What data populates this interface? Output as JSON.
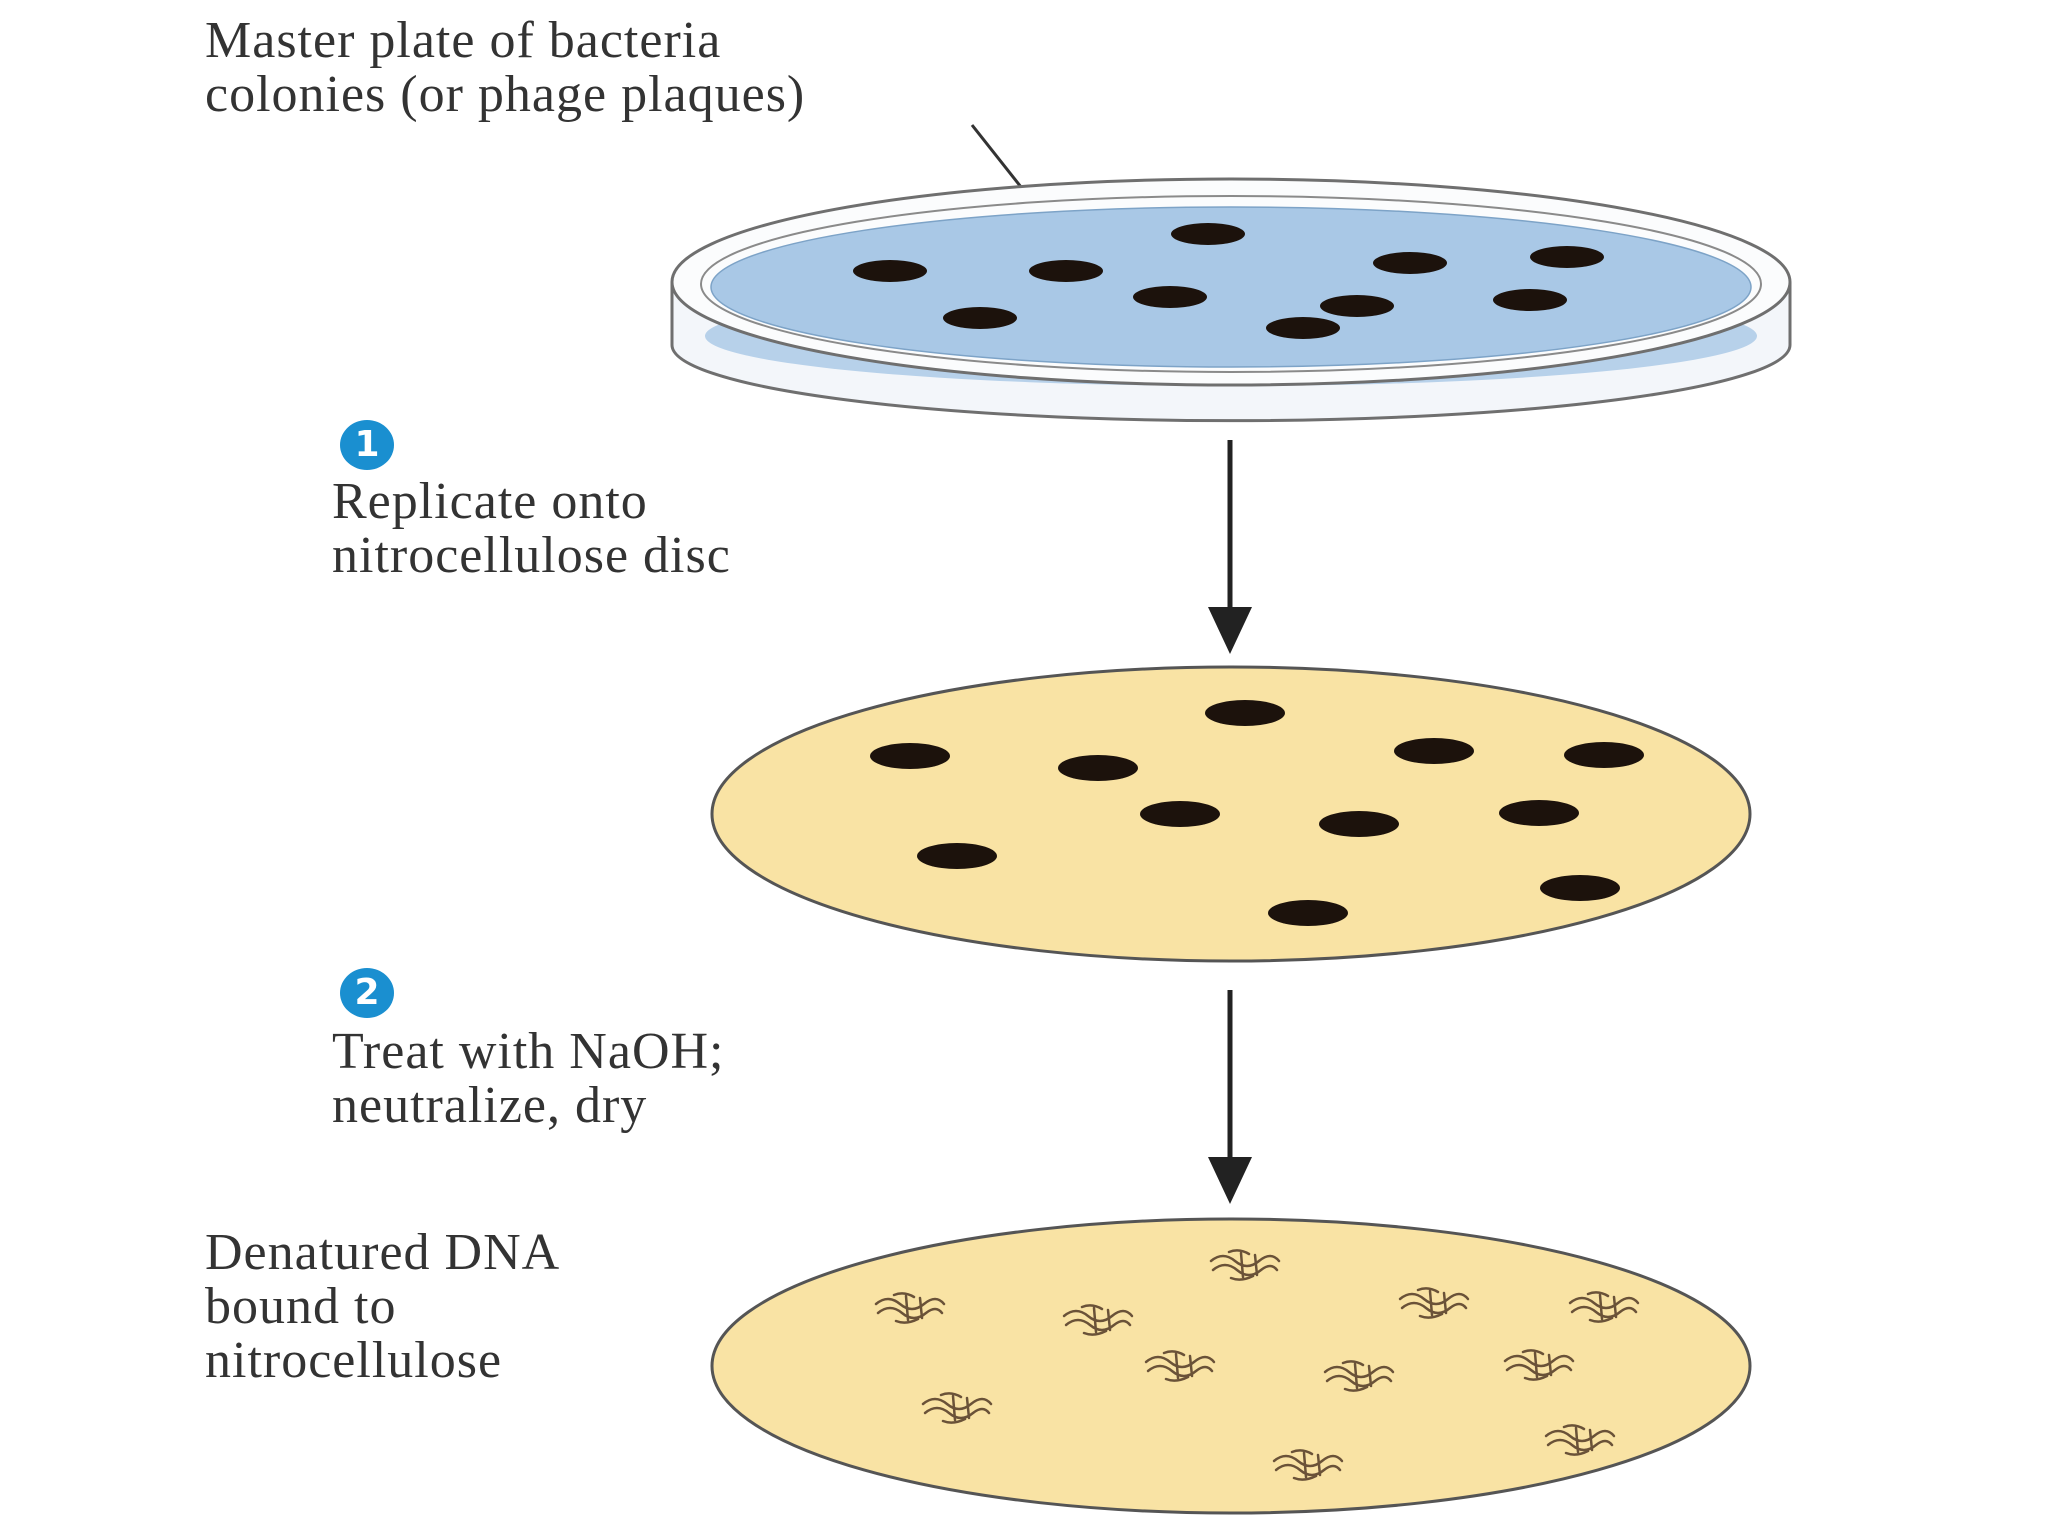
{
  "labels": {
    "master_line1": "Master plate of bacteria",
    "master_line2": "colonies (or phage plaques)",
    "step1_number": "1",
    "step1_line1": "Replicate onto",
    "step1_line2": "nitrocellulose disc",
    "step2_number": "2",
    "step2_line1": "Treat with NaOH;",
    "step2_line2": "neutralize, dry",
    "denatured_line1": "Denatured DNA",
    "denatured_line2": "bound to",
    "denatured_line3": "nitrocellulose"
  },
  "colors": {
    "agar": "#a9c8e6",
    "nitrocellulose": "#f9e3a4",
    "colony": "#1c120c",
    "badge": "#1a8fd0"
  },
  "icons": {
    "colony": "colony-dot-icon",
    "dna_spot": "denatured-dna-spot-icon",
    "arrow": "down-arrow-icon"
  }
}
